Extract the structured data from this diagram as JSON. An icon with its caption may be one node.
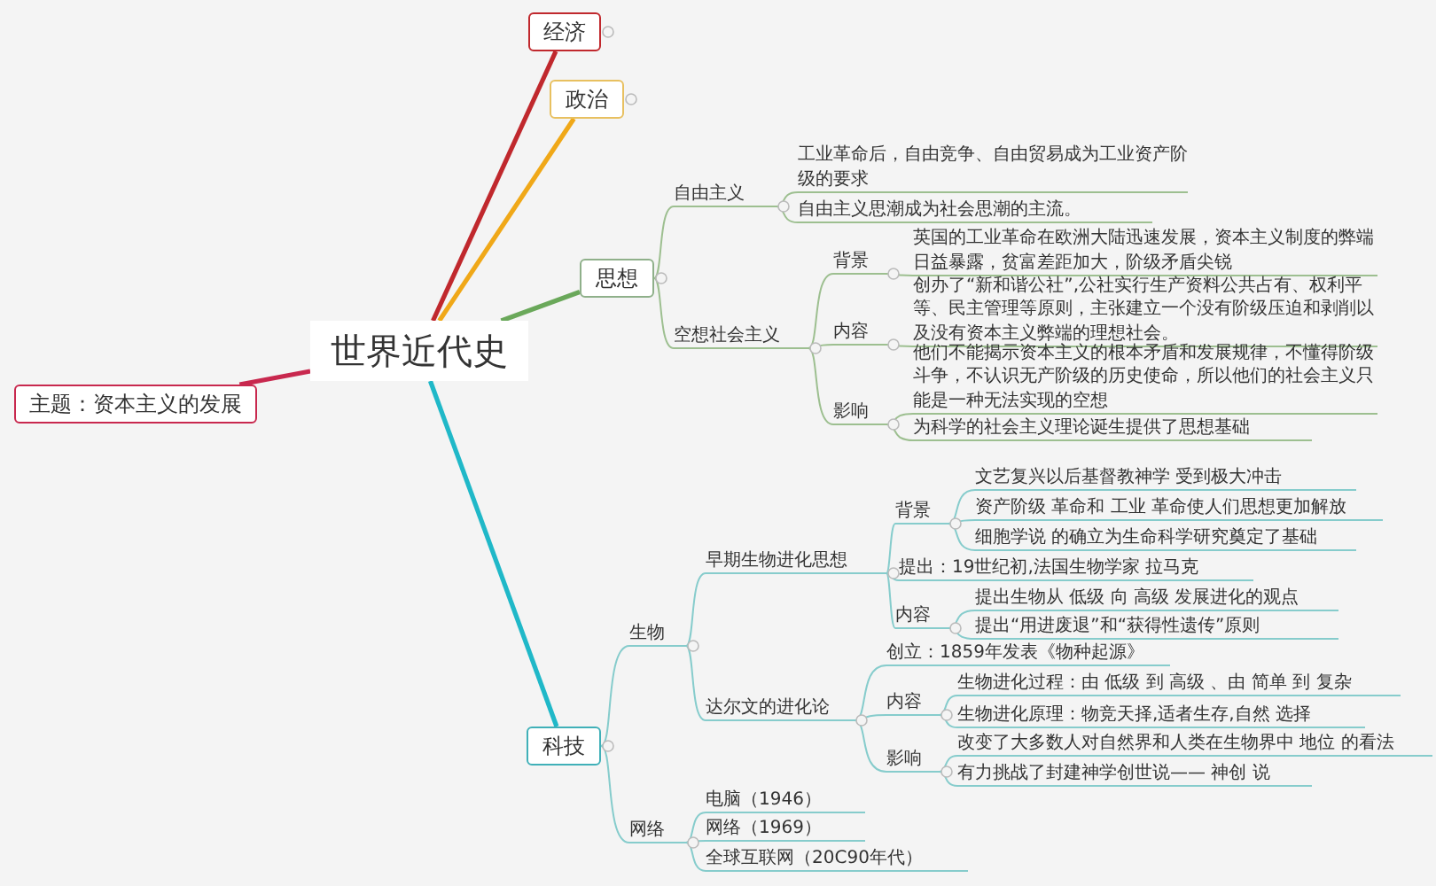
{
  "diagram": {
    "nodes": [
      {
        "text": [
          "世界近代史"
        ]
      },
      {
        "text": [
          "主题：资本主义的发展"
        ]
      },
      {
        "text": [
          "经济"
        ]
      },
      {
        "text": [
          "政治"
        ]
      },
      {
        "text": [
          "思想"
        ]
      },
      {
        "text": [
          "自由主义"
        ]
      },
      {
        "text": [
          "工业革命后，自由竞争、自由贸易成为工业资产阶级的要求"
        ]
      },
      {
        "text": [
          "自由主义思潮成为社会思潮的主流。"
        ]
      },
      {
        "text": [
          "空想社会主义"
        ]
      },
      {
        "text": [
          "背景"
        ]
      },
      {
        "text": [
          "英国的工业革命在欧洲大陆迅速发展，资本主义制度的弊端日益暴露，贫富差距加大，阶级矛盾尖锐"
        ]
      },
      {
        "text": [
          "内容"
        ]
      },
      {
        "text": [
          "创办了“新和谐公社”,公社实行生产资料公共占有、权利平等、民主管理等原则，主张建立一个没有阶级压迫和剥削以及没有资本主义弊端的理想社会。"
        ]
      },
      {
        "text": [
          "影响"
        ]
      },
      {
        "text": [
          "他们不能揭示资本主义的根本矛盾和发展规律，不懂得阶级斗争，不认识无产阶级的历史使命，所以他们的社会主义只能是一种无法实现的空想"
        ]
      },
      {
        "text": [
          "为科学的社会主义理论诞生提供了思想基础"
        ]
      },
      {
        "text": [
          "科技"
        ]
      },
      {
        "text": [
          "生物"
        ]
      },
      {
        "text": [
          "早期生物进化思想"
        ]
      },
      {
        "text": [
          "背景"
        ]
      },
      {
        "text": [
          "文艺复兴以后基督教神学 受到极大冲击"
        ]
      },
      {
        "text": [
          "资产阶级 革命和 工业 革命使人们思想更加解放"
        ]
      },
      {
        "text": [
          "细胞学说 的确立为生命科学研究奠定了基础"
        ]
      },
      {
        "text": [
          "提出：19世纪初,法国生物学家 拉马克"
        ]
      },
      {
        "text": [
          "内容"
        ]
      },
      {
        "text": [
          "提出生物从 低级 向 高级 发展进化的观点"
        ]
      },
      {
        "text": [
          "提出“用进废退”和“获得性遗传”原则"
        ]
      },
      {
        "text": [
          "达尔文的进化论"
        ]
      },
      {
        "text": [
          "创立：1859年发表《物种起源》"
        ]
      },
      {
        "text": [
          "内容"
        ]
      },
      {
        "text": [
          "生物进化过程：由 低级 到 高级 、由 简单 到 复杂"
        ]
      },
      {
        "text": [
          "生物进化原理：物竞天择,适者生存,自然 选择"
        ]
      },
      {
        "text": [
          "影响"
        ]
      },
      {
        "text": [
          "改变了大多数人对自然界和人类在生物界中 地位 的看法"
        ]
      },
      {
        "text": [
          "有力挑战了封建神学创世说—— 神创 说"
        ]
      },
      {
        "text": [
          "网络"
        ]
      },
      {
        "text": [
          "电脑（1946）"
        ]
      },
      {
        "text": [
          "网络（1969）"
        ]
      },
      {
        "text": [
          "全球互联网（20C90年代）"
        ]
      }
    ],
    "edges": [
      {
        "from": 0,
        "to": 1,
        "arrow": "none",
        "style": "thick",
        "color": "#c8284e"
      },
      {
        "from": 0,
        "to": 2,
        "arrow": "none",
        "style": "thick",
        "color": "#c0282d"
      },
      {
        "from": 0,
        "to": 3,
        "arrow": "none",
        "style": "thick",
        "color": "#f0a818"
      },
      {
        "from": 0,
        "to": 4,
        "arrow": "none",
        "style": "thick",
        "color": "#6aa85a"
      },
      {
        "from": 4,
        "to": 5,
        "arrow": "none",
        "color": "#9dbf90"
      },
      {
        "from": 5,
        "to": 6,
        "arrow": "none",
        "color": "#9dbf90"
      },
      {
        "from": 5,
        "to": 7,
        "arrow": "none",
        "color": "#9dbf90"
      },
      {
        "from": 4,
        "to": 8,
        "arrow": "none",
        "color": "#9dbf90"
      },
      {
        "from": 8,
        "to": 9,
        "arrow": "none",
        "color": "#9dbf90"
      },
      {
        "from": 9,
        "to": 10,
        "arrow": "none",
        "color": "#9dbf90"
      },
      {
        "from": 8,
        "to": 11,
        "arrow": "none",
        "color": "#9dbf90"
      },
      {
        "from": 11,
        "to": 12,
        "arrow": "none",
        "color": "#9dbf90"
      },
      {
        "from": 8,
        "to": 13,
        "arrow": "none",
        "color": "#9dbf90"
      },
      {
        "from": 13,
        "to": 14,
        "arrow": "none",
        "color": "#9dbf90"
      },
      {
        "from": 13,
        "to": 15,
        "arrow": "none",
        "color": "#9dbf90"
      },
      {
        "from": 0,
        "to": 16,
        "arrow": "none",
        "style": "thick",
        "color": "#20b8c8"
      },
      {
        "from": 16,
        "to": 17,
        "arrow": "none"
      },
      {
        "from": 17,
        "to": 18,
        "arrow": "none"
      },
      {
        "from": 18,
        "to": 19,
        "arrow": "none"
      },
      {
        "from": 19,
        "to": 20,
        "arrow": "none"
      },
      {
        "from": 19,
        "to": 21,
        "arrow": "none"
      },
      {
        "from": 19,
        "to": 22,
        "arrow": "none"
      },
      {
        "from": 18,
        "to": 23,
        "arrow": "none"
      },
      {
        "from": 18,
        "to": 24,
        "arrow": "none"
      },
      {
        "from": 24,
        "to": 25,
        "arrow": "none"
      },
      {
        "from": 24,
        "to": 26,
        "arrow": "none"
      },
      {
        "from": 17,
        "to": 27,
        "arrow": "none"
      },
      {
        "from": 27,
        "to": 28,
        "arrow": "none"
      },
      {
        "from": 27,
        "to": 29,
        "arrow": "none"
      },
      {
        "from": 29,
        "to": 30,
        "arrow": "none"
      },
      {
        "from": 29,
        "to": 31,
        "arrow": "none"
      },
      {
        "from": 27,
        "to": 32,
        "arrow": "none"
      },
      {
        "from": 32,
        "to": 33,
        "arrow": "none"
      },
      {
        "from": 32,
        "to": 34,
        "arrow": "none"
      },
      {
        "from": 16,
        "to": 35,
        "arrow": "none"
      },
      {
        "from": 35,
        "to": 36,
        "arrow": "none"
      },
      {
        "from": 35,
        "to": 37,
        "arrow": "none"
      },
      {
        "from": 35,
        "to": 38,
        "arrow": "none"
      }
    ]
  }
}
